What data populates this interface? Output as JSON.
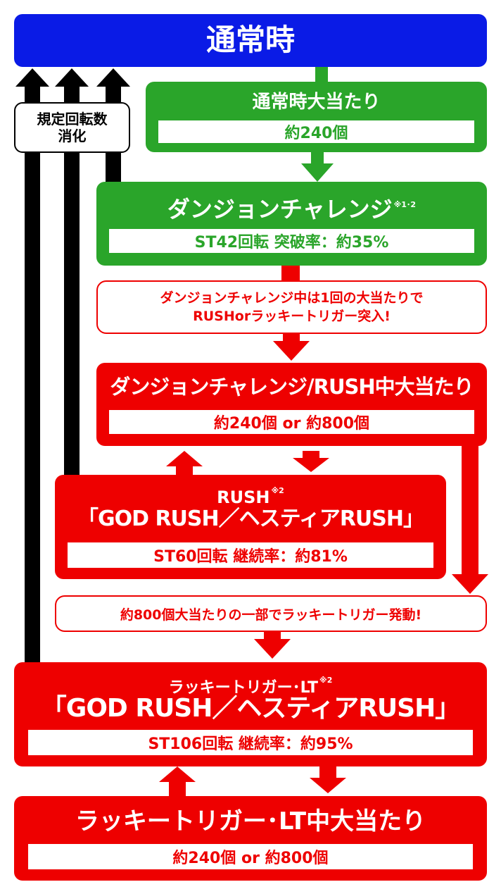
{
  "normal": {
    "title": "通常時"
  },
  "side_label": {
    "line1": "規定回転数",
    "line2": "消化"
  },
  "normal_hit": {
    "title": "通常時大当たり",
    "payout": "約240個"
  },
  "dungeon": {
    "title": "ダンジョンチャレンジ",
    "note_mark": "※1･2",
    "spec": "ST42回転 突破率：約35%"
  },
  "dungeon_note": {
    "line1": "ダンジョンチャレンジ中は1回の大当たりで",
    "line2": "RUSHorラッキートリガー突入!"
  },
  "dungeon_rush_hit": {
    "title": "ダンジョンチャレンジ/RUSH中大当たり",
    "payout": "約240個 or 約800個"
  },
  "rush": {
    "title": "RUSH",
    "note_mark": "※2",
    "subtitle": "「GOD RUSH／ヘスティアRUSH」",
    "spec": "ST60回転 継続率：約81%"
  },
  "lucky_note": {
    "text": "約800個大当たりの一部でラッキートリガー発動!"
  },
  "lt": {
    "title": "ラッキートリガー･LT",
    "note_mark": "※2",
    "subtitle": "「GOD RUSH／ヘスティアRUSH」",
    "spec": "ST106回転 継続率：約95%"
  },
  "lt_hit": {
    "title": "ラッキートリガー･LT中大当たり",
    "payout": "約240個 or 約800個"
  },
  "colors": {
    "blue": "#0a1be6",
    "green": "#2aa52a",
    "red": "#ee0000",
    "black": "#000000"
  }
}
